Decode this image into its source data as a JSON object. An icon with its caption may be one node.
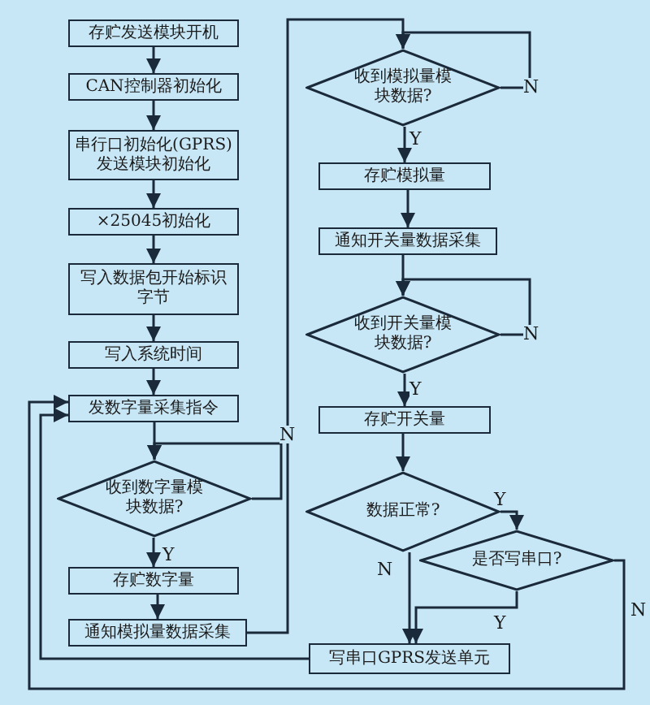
{
  "diagram": {
    "nodes": [
      {
        "text": [
          "存贮发送模块开机"
        ]
      },
      {
        "text": [
          "CAN控制器初始化"
        ]
      },
      {
        "text": [
          "串行口初始化(GPRS) 发送模块初始化"
        ]
      },
      {
        "text": [
          "×25045初始化"
        ]
      },
      {
        "text": [
          "写入数据包开始标识字节"
        ]
      },
      {
        "text": [
          "写入系统时间"
        ]
      },
      {
        "text": [
          "发数字量采集指令"
        ]
      },
      {
        "text": [
          "收到数字量模块数据?"
        ]
      },
      {
        "text": [
          "存贮数字量"
        ]
      },
      {
        "text": [
          "通知模拟量数据采集"
        ]
      },
      {
        "text": [
          "收到模拟量模块数据?"
        ]
      },
      {
        "text": [
          "存贮模拟量"
        ]
      },
      {
        "text": [
          "通知开关量数据采集"
        ]
      },
      {
        "text": [
          "收到开关量模块数据?"
        ]
      },
      {
        "text": [
          "存贮开关量"
        ]
      },
      {
        "text": [
          "数据正常?"
        ]
      },
      {
        "text": [
          "是否写串口?"
        ]
      },
      {
        "text": [
          "写串口GPRS发送单元"
        ]
      }
    ],
    "edges": [
      {
        "from": 0,
        "to": 1,
        "arrow": "to"
      },
      {
        "from": 1,
        "to": 2,
        "arrow": "to"
      },
      {
        "from": 2,
        "to": 3,
        "arrow": "to"
      },
      {
        "from": 3,
        "to": 4,
        "arrow": "to"
      },
      {
        "from": 4,
        "to": 5,
        "arrow": "to"
      },
      {
        "from": 5,
        "to": 6,
        "arrow": "to"
      },
      {
        "from": 6,
        "to": 7,
        "arrow": "to"
      },
      {
        "from": 7,
        "to": 7,
        "arrow": "to",
        "label": "N"
      },
      {
        "from": 7,
        "to": 8,
        "arrow": "to",
        "label": "Y"
      },
      {
        "from": 8,
        "to": 9,
        "arrow": "to"
      },
      {
        "from": 9,
        "to": 10,
        "arrow": "to"
      },
      {
        "from": 10,
        "to": 10,
        "arrow": "to",
        "label": "N"
      },
      {
        "from": 10,
        "to": 11,
        "arrow": "to",
        "label": "Y"
      },
      {
        "from": 11,
        "to": 12,
        "arrow": "to"
      },
      {
        "from": 12,
        "to": 13,
        "arrow": "to"
      },
      {
        "from": 13,
        "to": 13,
        "arrow": "to",
        "label": "N"
      },
      {
        "from": 13,
        "to": 14,
        "arrow": "to",
        "label": "Y"
      },
      {
        "from": 14,
        "to": 15,
        "arrow": "to"
      },
      {
        "from": 15,
        "to": 16,
        "arrow": "to",
        "label": "Y"
      },
      {
        "from": 15,
        "to": 17,
        "arrow": "to",
        "label": "N"
      },
      {
        "from": 16,
        "to": 17,
        "arrow": "to",
        "label": "Y"
      },
      {
        "from": 16,
        "to": 6,
        "arrow": "to",
        "label": "N"
      },
      {
        "from": 17,
        "to": 6,
        "arrow": "to"
      }
    ]
  }
}
